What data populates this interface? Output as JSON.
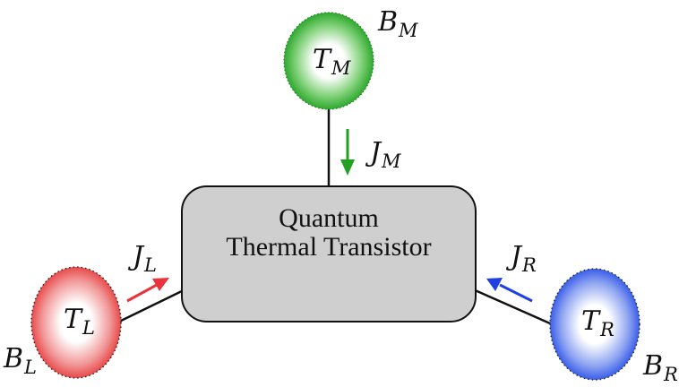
{
  "diagram": {
    "central_box": {
      "line1": "Quantum",
      "line2": "Thermal Transistor",
      "fill": "#cfcfcf"
    },
    "baths": [
      {
        "id": "left",
        "bath_label": "B",
        "bath_sub": "L",
        "temp_label": "T",
        "temp_sub": "L",
        "color": "#e84a4a"
      },
      {
        "id": "middle",
        "bath_label": "B",
        "bath_sub": "M",
        "temp_label": "T",
        "temp_sub": "M",
        "color": "#2ea82e"
      },
      {
        "id": "right",
        "bath_label": "B",
        "bath_sub": "R",
        "temp_label": "T",
        "temp_sub": "R",
        "color": "#3a5ee8"
      }
    ],
    "currents": [
      {
        "id": "left",
        "label": "J",
        "sub": "L",
        "color": "#e8333d",
        "direction": "toward-box"
      },
      {
        "id": "middle",
        "label": "J",
        "sub": "M",
        "color": "#22a022",
        "direction": "toward-box"
      },
      {
        "id": "right",
        "label": "J",
        "sub": "R",
        "color": "#1f3fe0",
        "direction": "toward-box"
      }
    ]
  }
}
